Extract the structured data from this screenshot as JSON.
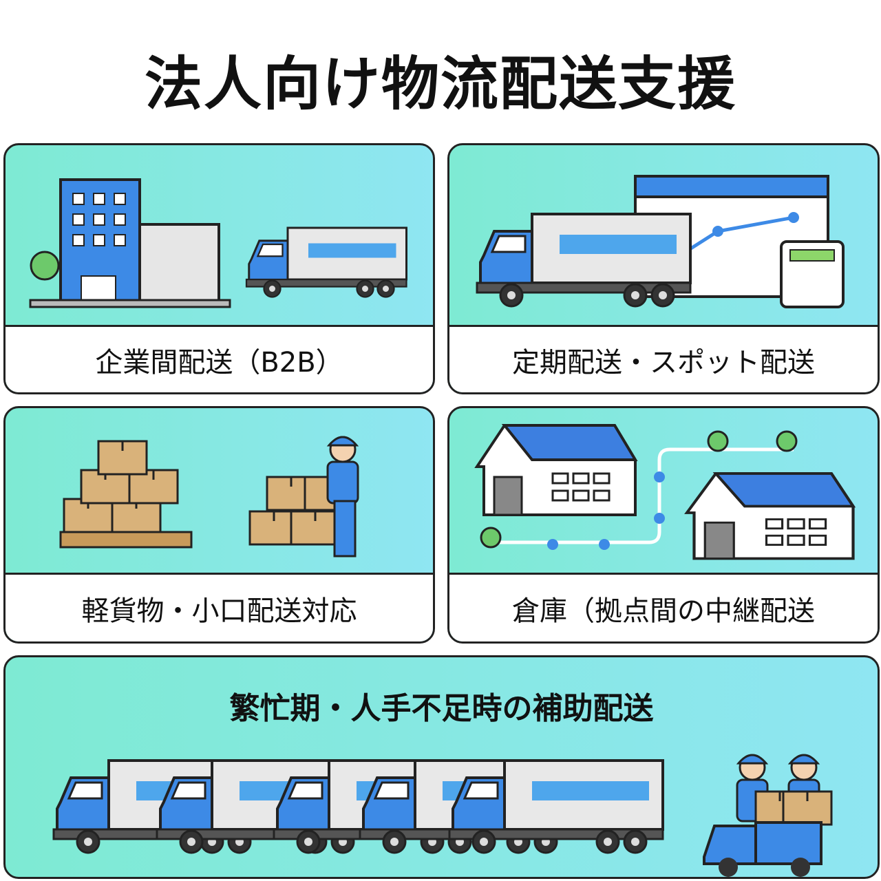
{
  "title": "法人向け物流配送支援",
  "panels": [
    {
      "label": "企業間配送（B2B）",
      "icon": "office-building-truck"
    },
    {
      "label": "定期配送・スポット配送",
      "icon": "truck-calendar-schedule"
    },
    {
      "label": "軽貨物・小口配送対応",
      "icon": "boxes-worker"
    },
    {
      "label": "倉庫（拠点間の中継配送",
      "icon": "warehouse-route"
    }
  ],
  "bottom": {
    "label": "繁忙期・人手不足時の補助配送",
    "icon": "truck-fleet-workers"
  },
  "colors": {
    "blue": "#3d8ae6",
    "teal": "#7eead3",
    "box": "#d9b27a"
  }
}
